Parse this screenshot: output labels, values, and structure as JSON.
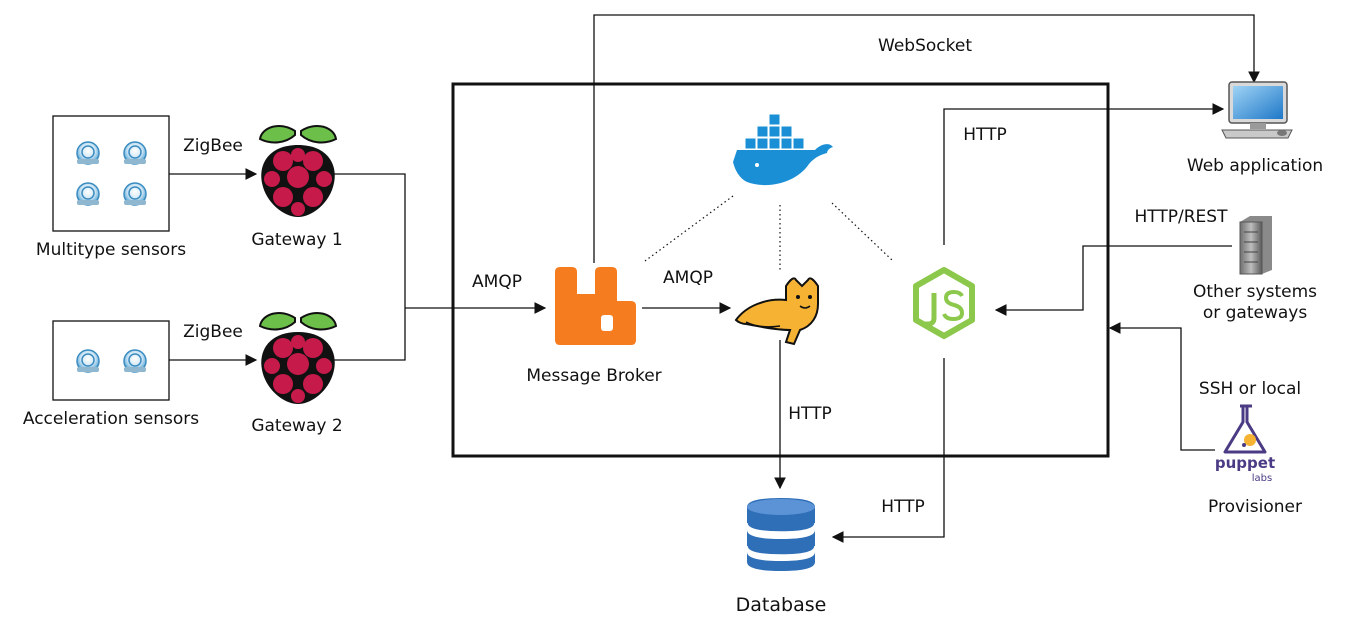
{
  "diagram": {
    "nodes": {
      "multitype_sensors": "Multitype sensors",
      "acceleration_sensors": "Acceleration sensors",
      "gateway_1": "Gateway 1",
      "gateway_2": "Gateway 2",
      "message_broker": "Message Broker",
      "web_application": "Web application",
      "other_systems_line1": "Other systems",
      "other_systems_line2": "or gateways",
      "provisioner": "Provisioner",
      "database": "Database"
    },
    "edges": {
      "zigbee_1": "ZigBee",
      "zigbee_2": "ZigBee",
      "amqp_in": "AMQP",
      "amqp_out": "AMQP",
      "websocket": "WebSocket",
      "http_web": "HTTP",
      "http_rest": "HTTP/REST",
      "ssh_local": "SSH or local",
      "http_tomcat_db": "HTTP",
      "http_node_db": "HTTP"
    },
    "logo_text": {
      "puppet": "puppet",
      "labs": "labs"
    },
    "colors": {
      "rabbitmq": "#f57d20",
      "docker": "#1b8fd6",
      "node": "#8cc84b",
      "raspberry": "#c51a4a",
      "raspberry_leaf": "#6cc04a",
      "tomcat": "#f5b233",
      "database": "#2f6fb8",
      "puppet": "#4b3a84",
      "sensor": "#5aa9d6"
    }
  }
}
